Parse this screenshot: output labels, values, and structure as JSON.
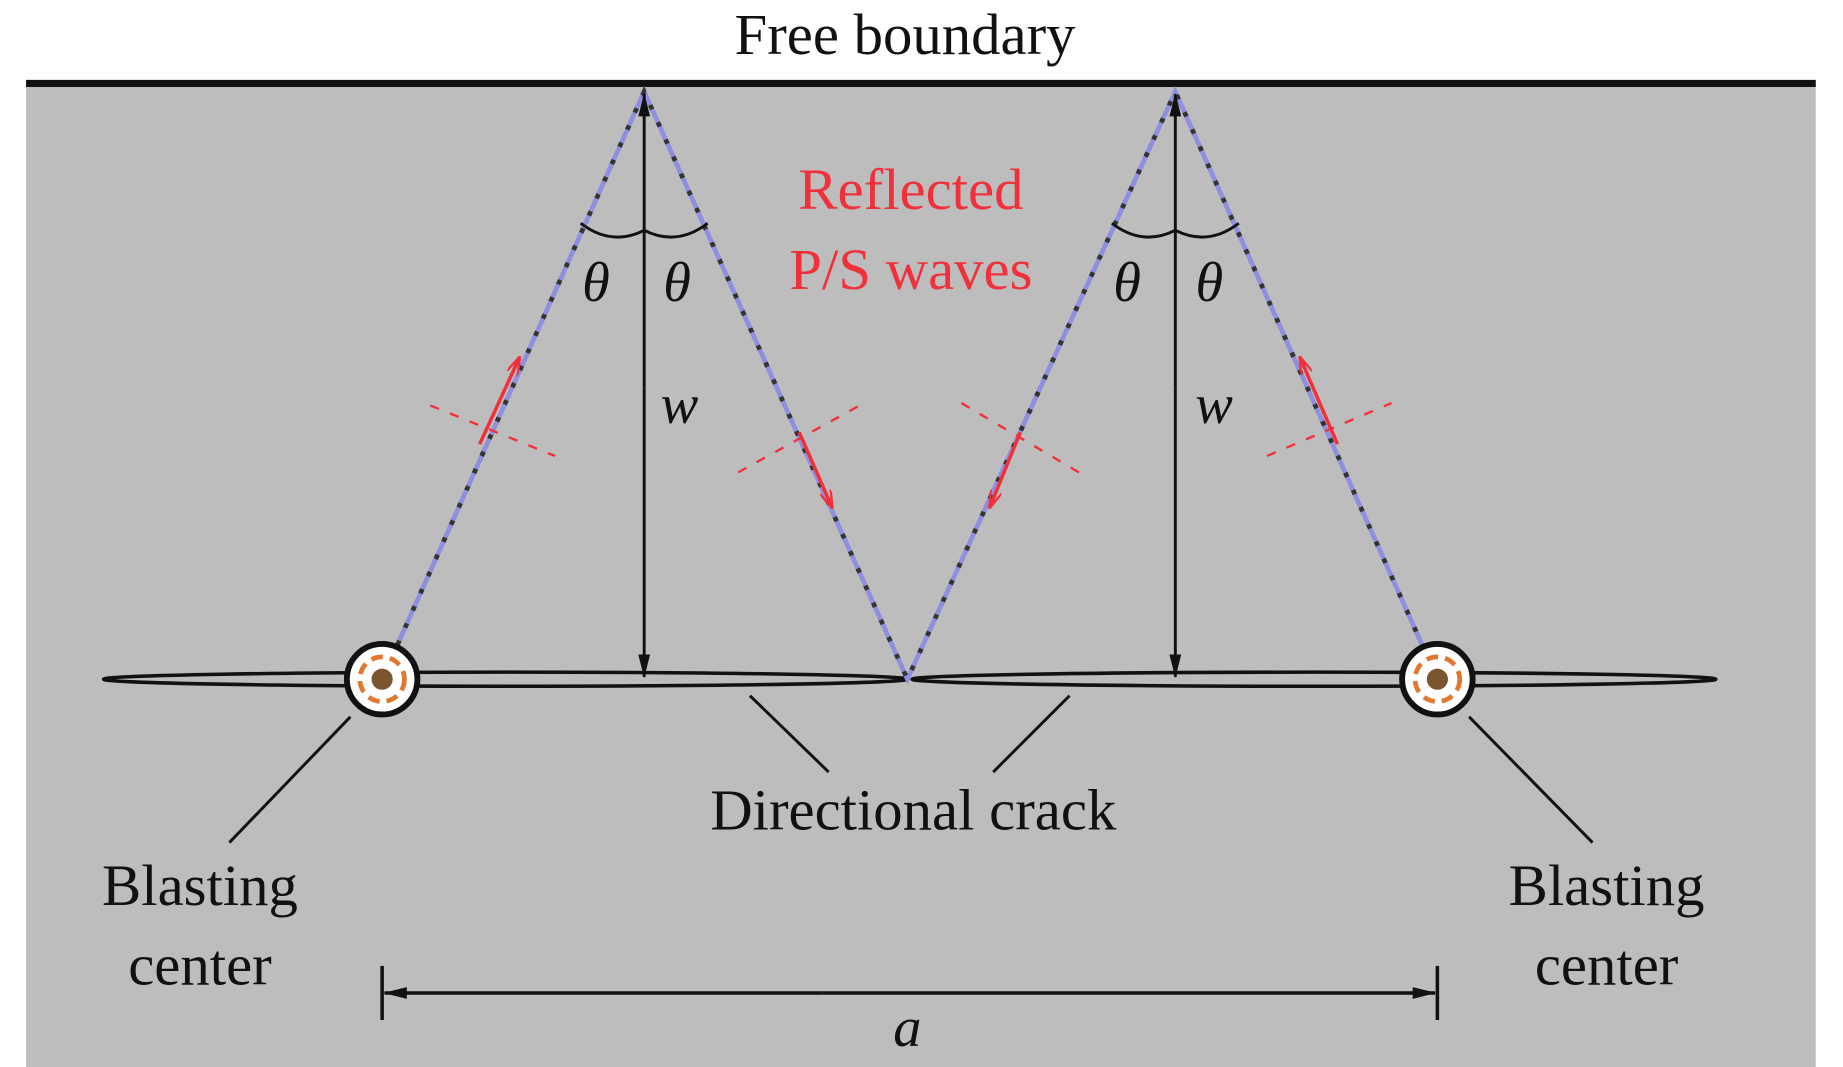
{
  "title": "Free boundary",
  "reflected_label": [
    "Reflected",
    "P/S waves"
  ],
  "theta": "θ",
  "w_label": "w",
  "crack_label": "Directional crack",
  "blasting_label": [
    "Blasting",
    "center"
  ],
  "a_label": "a",
  "colors": {
    "background": "#bdbdbd",
    "wave_red": "#f0303a",
    "dotted_blue": "#8f8fe0",
    "line": "#111111"
  }
}
